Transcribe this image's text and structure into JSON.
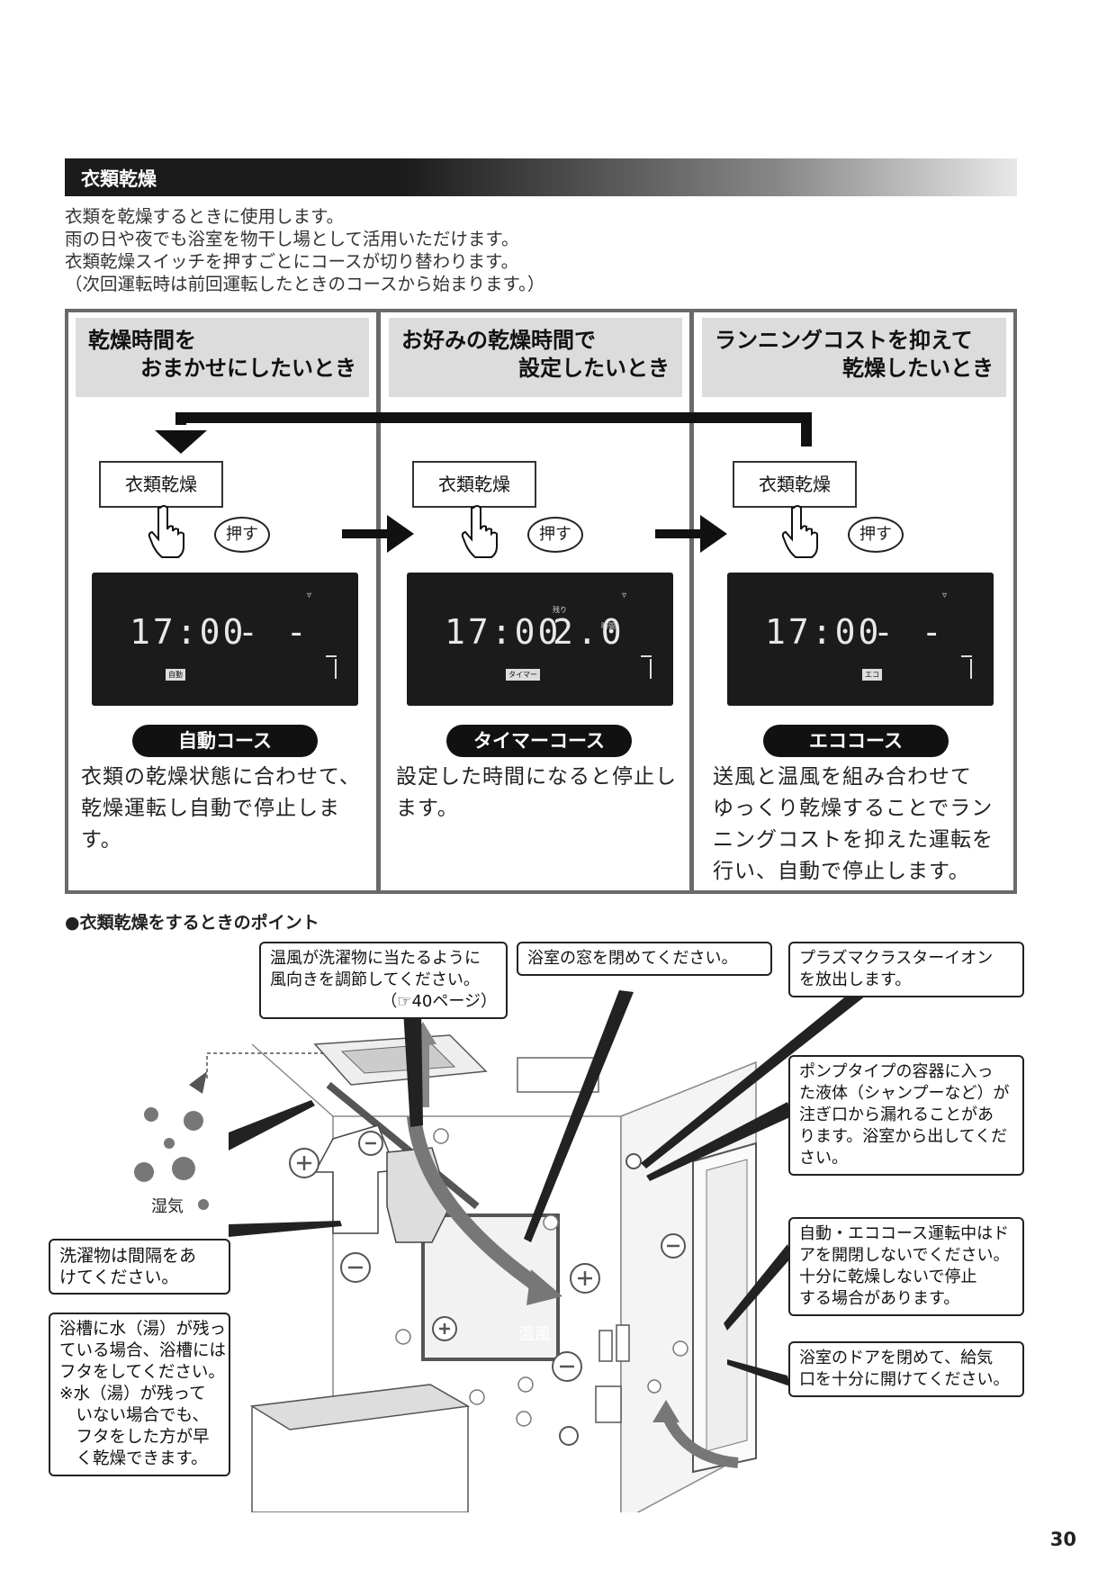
{
  "section": {
    "title": "衣類乾燥"
  },
  "intro": [
    "衣類を乾燥するときに使用します。",
    "雨の日や夜でも浴室を物干し場として活用いただけます。",
    "衣類乾燥スイッチを押すごとにコースが切り替わります。",
    "（次回運転時は前回運転したときのコースから始まります。）"
  ],
  "courses": [
    {
      "header_line1": "乾燥時間を",
      "header_line2": "おまかせにしたいとき",
      "button": "衣類乾燥",
      "press": "押す",
      "lcd_time": "17:00",
      "lcd_value": "- -",
      "lcd_tag": "自動",
      "name": "自動コース",
      "desc": [
        "衣類の乾燥状態に合わせて、",
        "乾燥運転し自動で停止しま",
        "す。"
      ]
    },
    {
      "header_line1": "お好みの乾燥時間で",
      "header_line2": "設定したいとき",
      "button": "衣類乾燥",
      "press": "押す",
      "lcd_time": "17:00",
      "lcd_value": "2.0",
      "lcd_remaining": "残り",
      "lcd_unit": "時間",
      "lcd_tag": "タイマー",
      "name": "タイマーコース",
      "desc": [
        "設定した時間になると停止し",
        "ます。"
      ]
    },
    {
      "header_line1": "ランニングコストを抑えて",
      "header_line2": "乾燥したいとき",
      "button": "衣類乾燥",
      "press": "押す",
      "lcd_time": "17:00",
      "lcd_value": "- -",
      "lcd_tag": "エコ",
      "name": "エココース",
      "desc": [
        "送風と温風を組み合わせて",
        "ゆっくり乾燥することでラン",
        "ニングコストを抑えた運転を",
        "行い、自動で停止します。"
      ]
    }
  ],
  "points": {
    "title": "●衣類乾燥をするときのポイント",
    "callouts": {
      "warm_air": [
        "温風が洗濯物に当たるように",
        "風向きを調節してください。",
        "（☞40ページ）"
      ],
      "window": [
        "浴室の窓を閉めてください。"
      ],
      "plasma": [
        "プラズマクラスターイオン",
        "を放出します。"
      ],
      "pump": [
        "ポンプタイプの容器に入っ",
        "た液体（シャンプーなど）が",
        "注ぎ口から漏れることがあ",
        "ります。浴室から出してくだ",
        "さい。"
      ],
      "door_open": [
        "自動・エココース運転中はド",
        "アを開閉しないでください。",
        "十分に乾燥しないで停止",
        "する場合があります。"
      ],
      "door_close": [
        "浴室のドアを閉めて、給気",
        "口を十分に開けてください。"
      ],
      "laundry": [
        "洗濯物は間隔をあ",
        "けてください。"
      ],
      "bathtub": [
        "浴槽に水（湯）が残っ",
        "ている場合、浴槽には",
        "フタをしてください。",
        "※水（湯）が残って",
        "　いない場合でも、",
        "　フタをした方が早",
        "　く乾燥できます。"
      ]
    },
    "labels": {
      "humidity": "湿気",
      "warm_wind": "温風"
    }
  },
  "page_number": "30"
}
